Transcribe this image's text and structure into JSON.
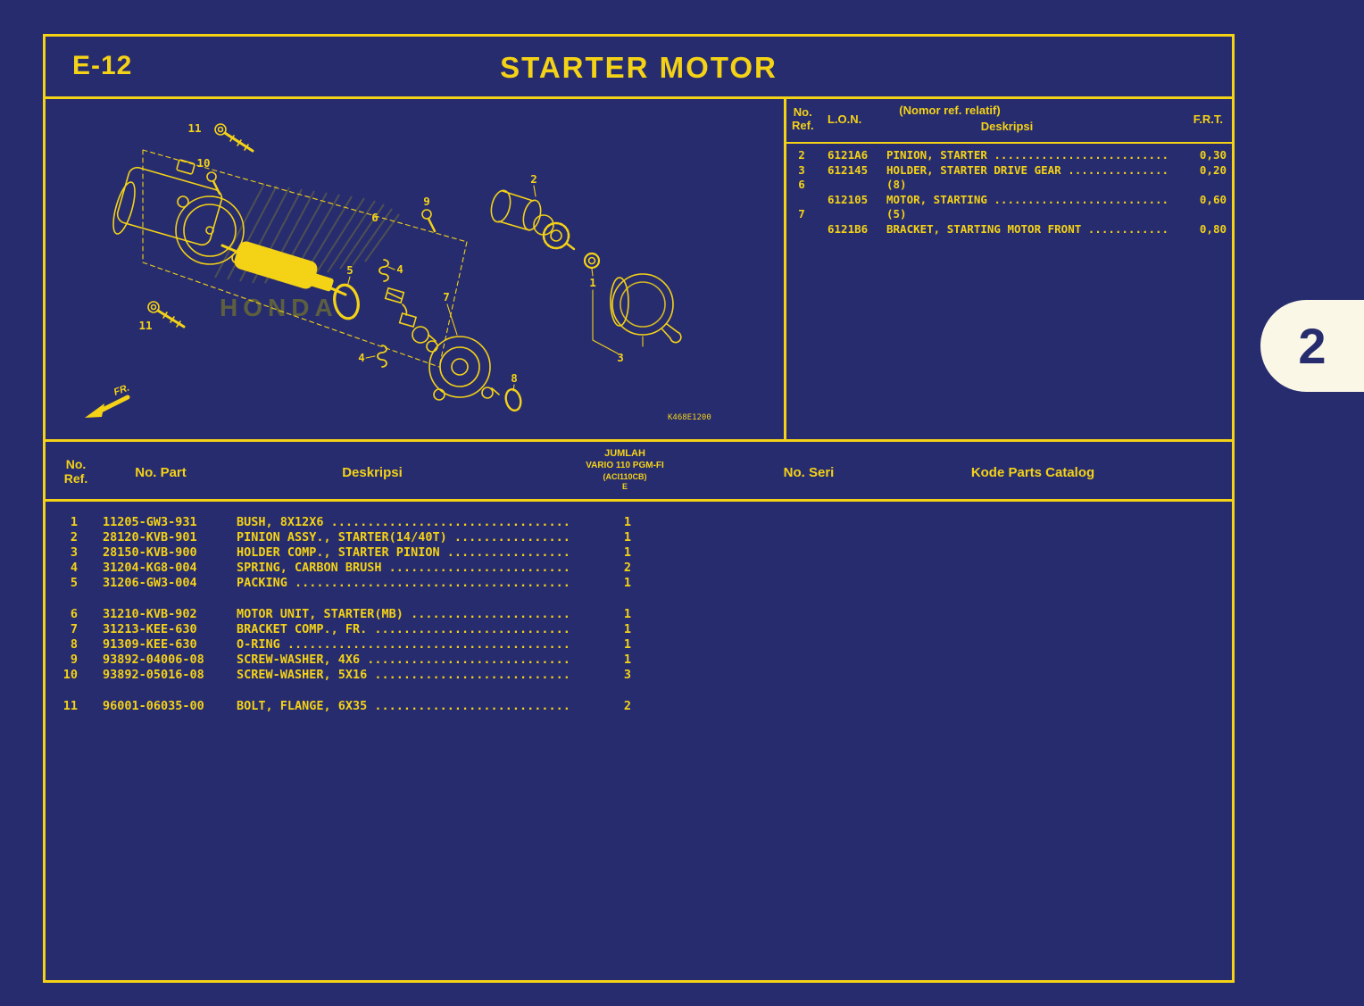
{
  "page": {
    "code": "E-12",
    "title": "STARTER MOTOR",
    "tab": "2"
  },
  "colors": {
    "accent": "#f4d216",
    "background": "#272c6f",
    "tab_bg": "#fbf7e6"
  },
  "ref_table": {
    "header": {
      "no": "No.",
      "ref": "Ref.",
      "lon": "L.O.N.",
      "relative_note": "(Nomor ref. relatif)",
      "deskripsi": "Deskripsi",
      "frt": "F.R.T."
    },
    "rows": [
      {
        "ref": "2",
        "lon": "6121A6",
        "desc": "PINION, STARTER ..........................",
        "frt": "0,30"
      },
      {
        "ref": "3",
        "lon": "612145",
        "desc": "HOLDER, STARTER DRIVE GEAR ...............",
        "frt": "0,20"
      },
      {
        "ref": "6",
        "lon": "",
        "desc": "(8)",
        "frt": ""
      },
      {
        "ref": "",
        "lon": "612105",
        "desc": "MOTOR, STARTING ..........................",
        "frt": "0,60"
      },
      {
        "ref": "7",
        "lon": "",
        "desc": "(5)",
        "frt": ""
      },
      {
        "ref": "",
        "lon": "6121B6",
        "desc": "BRACKET, STARTING MOTOR FRONT ............",
        "frt": "0,80"
      }
    ]
  },
  "parts_table": {
    "header": {
      "no": "No.",
      "ref": "Ref.",
      "no_part": "No. Part",
      "deskripsi": "Deskripsi",
      "jumlah_l1": "JUMLAH",
      "jumlah_l2": "VARIO 110 PGM-FI",
      "jumlah_l3": "(ACI110CB)",
      "jumlah_l4": "E",
      "no_seri": "No. Seri",
      "kode": "Kode Parts Catalog"
    },
    "rows": [
      {
        "ref": "1",
        "part": "11205-GW3-931",
        "desc": "BUSH, 8X12X6 .................................",
        "qty": "1"
      },
      {
        "ref": "2",
        "part": "28120-KVB-901",
        "desc": "PINION ASSY., STARTER(14/40T) ................",
        "qty": "1"
      },
      {
        "ref": "3",
        "part": "28150-KVB-900",
        "desc": "HOLDER COMP., STARTER PINION .................",
        "qty": "1"
      },
      {
        "ref": "4",
        "part": "31204-KG8-004",
        "desc": "SPRING, CARBON BRUSH .........................",
        "qty": "2"
      },
      {
        "ref": "5",
        "part": "31206-GW3-004",
        "desc": "PACKING ......................................",
        "qty": "1"
      },
      {
        "ref": "6",
        "part": "31210-KVB-902",
        "desc": "MOTOR UNIT, STARTER(MB) ......................",
        "qty": "1"
      },
      {
        "ref": "7",
        "part": "31213-KEE-630",
        "desc": "BRACKET COMP., FR. ...........................",
        "qty": "1"
      },
      {
        "ref": "8",
        "part": "91309-KEE-630",
        "desc": "O-RING .......................................",
        "qty": "1"
      },
      {
        "ref": "9",
        "part": "93892-04006-08",
        "desc": "SCREW-WASHER, 4X6 ............................",
        "qty": "1"
      },
      {
        "ref": "10",
        "part": "93892-05016-08",
        "desc": "SCREW-WASHER, 5X16 ...........................",
        "qty": "3"
      },
      {
        "ref": "11",
        "part": "96001-06035-00",
        "desc": "BOLT, FLANGE, 6X35 ...........................",
        "qty": "2"
      }
    ]
  },
  "diagram": {
    "code": "K468E1200",
    "fr_label": "FR.",
    "watermark": "HONDA",
    "callouts": [
      {
        "label": "11"
      },
      {
        "label": "10"
      },
      {
        "label": "2"
      },
      {
        "label": "9"
      },
      {
        "label": "6"
      },
      {
        "label": "5"
      },
      {
        "label": "4"
      },
      {
        "label": "7"
      },
      {
        "label": "1"
      },
      {
        "label": "11"
      },
      {
        "label": "4"
      },
      {
        "label": "3"
      },
      {
        "label": "8"
      }
    ]
  }
}
